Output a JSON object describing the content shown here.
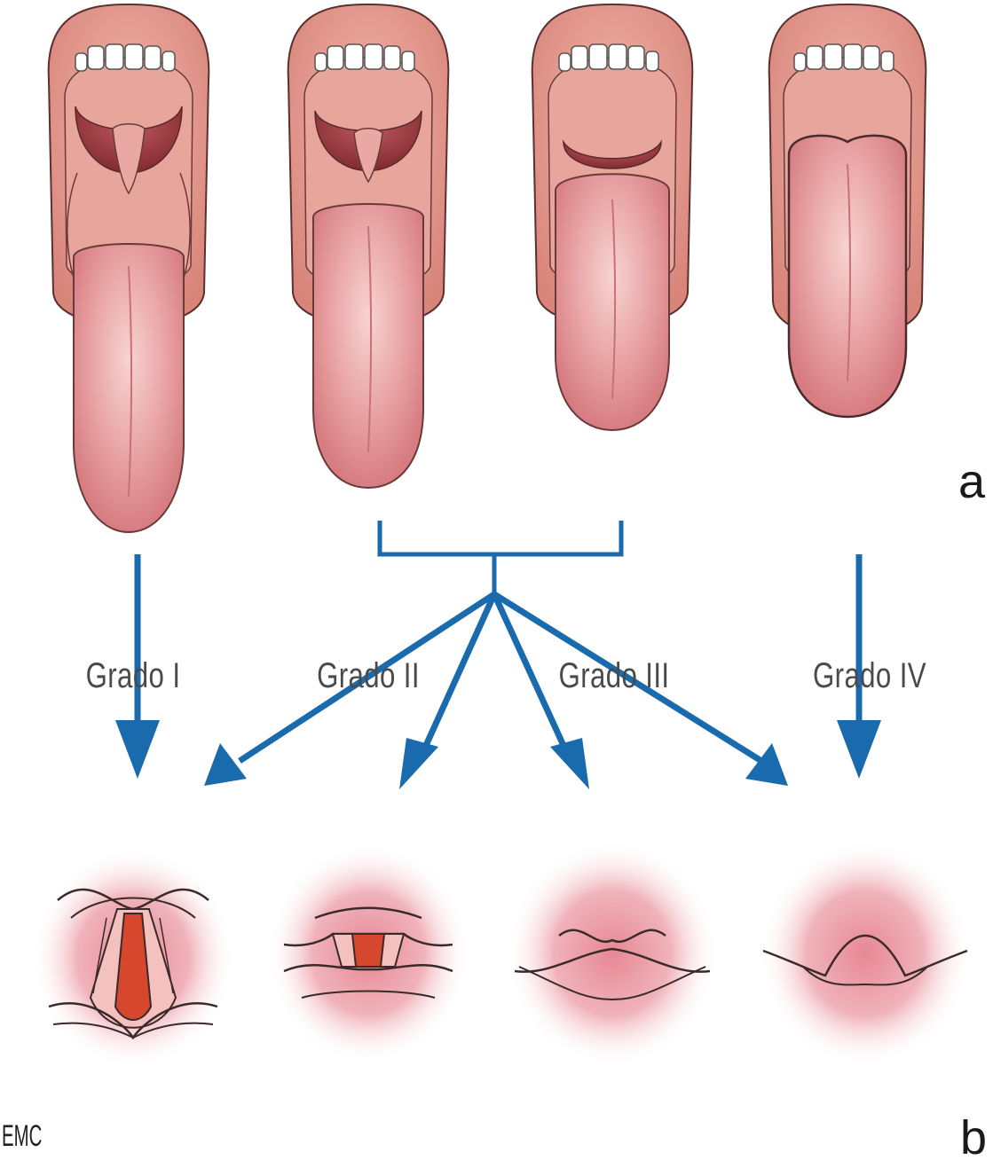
{
  "panel_labels": {
    "top": "a",
    "bottom": "b"
  },
  "grades": [
    {
      "label": "Grado I"
    },
    {
      "label": "Grado II"
    },
    {
      "label": "Grado III"
    },
    {
      "label": "Grado IV"
    }
  ],
  "watermark": "EMC",
  "colors": {
    "arrow": "#1a6aae",
    "lip": "#d98a83",
    "mouth_inner": "#9e3a40",
    "tongue": "#e3979a",
    "glottis": "#d6472e",
    "halo": "#e98a95",
    "outline": "#3a2a2a"
  }
}
